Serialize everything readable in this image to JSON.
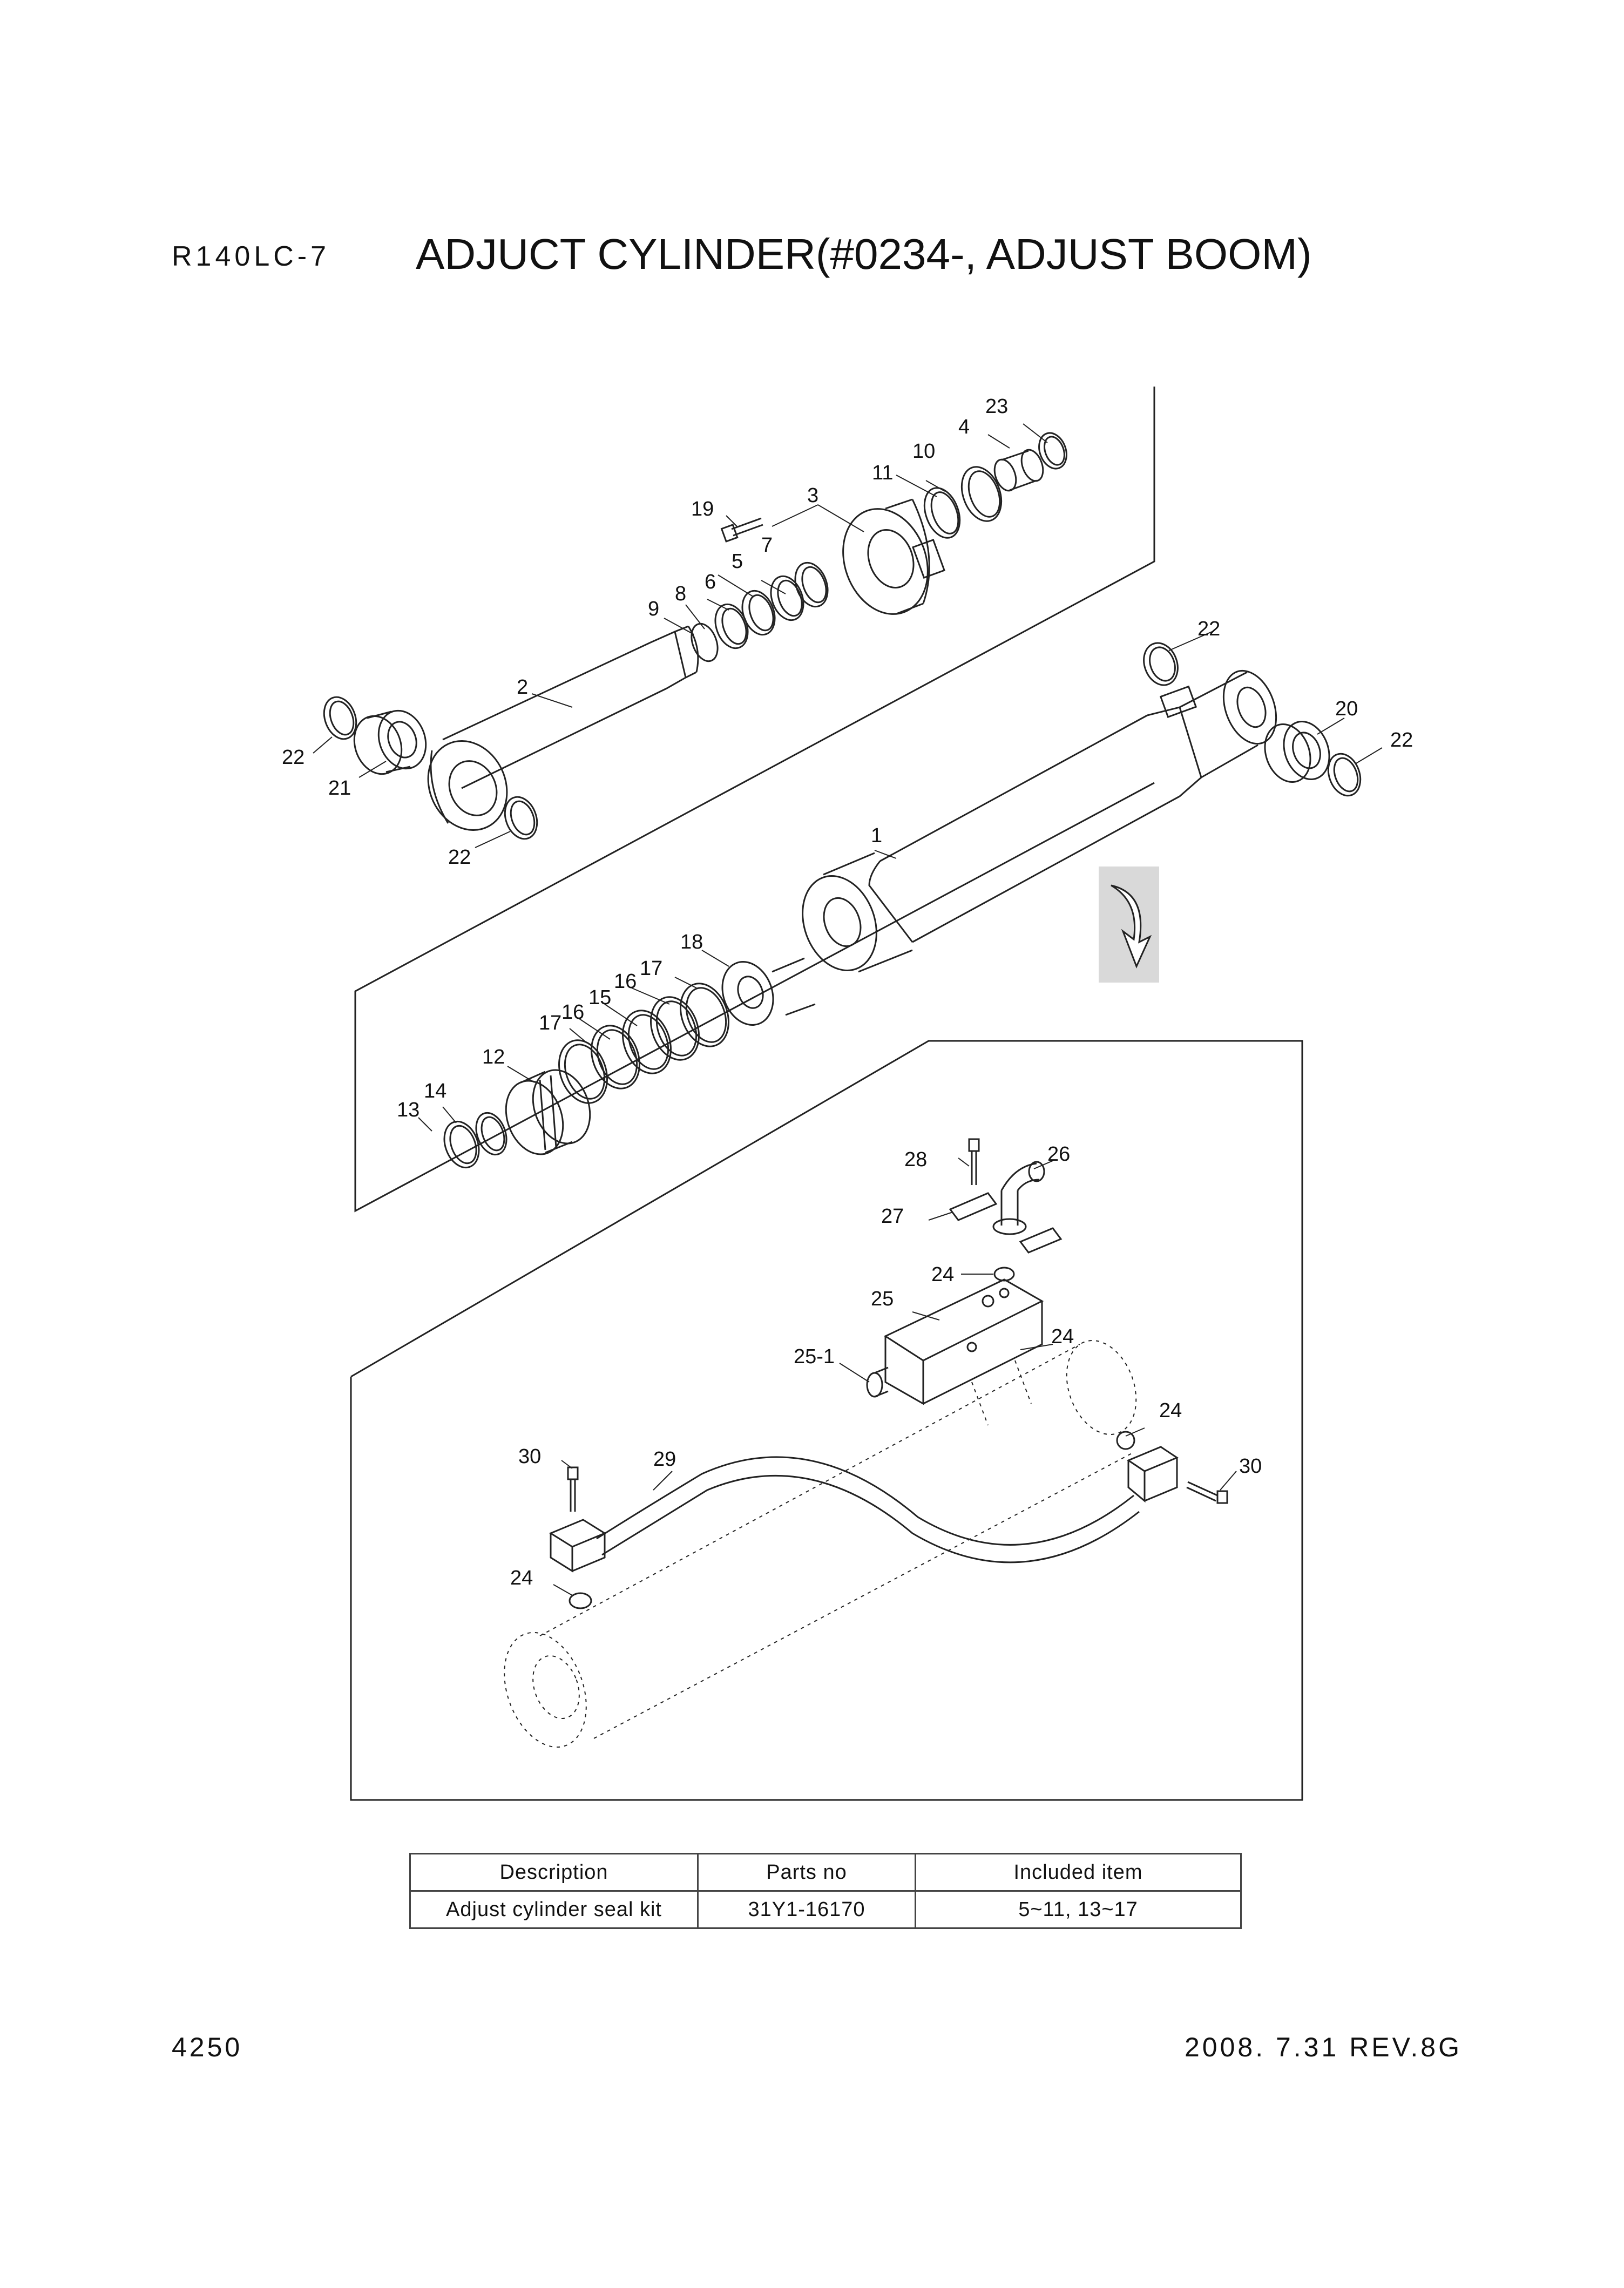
{
  "header": {
    "model": "R140LC-7",
    "title": "ADJUCT CYLINDER(#0234-, ADJUST BOOM)"
  },
  "callouts": {
    "c1": "1",
    "c2": "2",
    "c3": "3",
    "c4": "4",
    "c5": "5",
    "c6": "6",
    "c7": "7",
    "c8": "8",
    "c9": "9",
    "c10": "10",
    "c11": "11",
    "c12": "12",
    "c13": "13",
    "c14": "14",
    "c15": "15",
    "c16a": "16",
    "c16b": "16",
    "c17a": "17",
    "c17b": "17",
    "c18": "18",
    "c19": "19",
    "c20": "20",
    "c21": "21",
    "c22a": "22",
    "c22b": "22",
    "c22c": "22",
    "c22d": "22",
    "c23": "23",
    "c24a": "24",
    "c24b": "24",
    "c24c": "24",
    "c24d": "24",
    "c25": "25",
    "c25_1": "25-1",
    "c26": "26",
    "c27": "27",
    "c28": "28",
    "c29": "29",
    "c30a": "30",
    "c30b": "30"
  },
  "kit_table": {
    "headers": [
      "Description",
      "Parts no",
      "Included item"
    ],
    "rows": [
      [
        "Adjust cylinder seal kit",
        "31Y1-16170",
        "5~11, 13~17"
      ]
    ]
  },
  "footer": {
    "page_number": "4250",
    "date_rev": "2008. 7.31  REV.8G"
  },
  "colors": {
    "line": "#222222",
    "arrow_panel": "#d9d9d9"
  }
}
